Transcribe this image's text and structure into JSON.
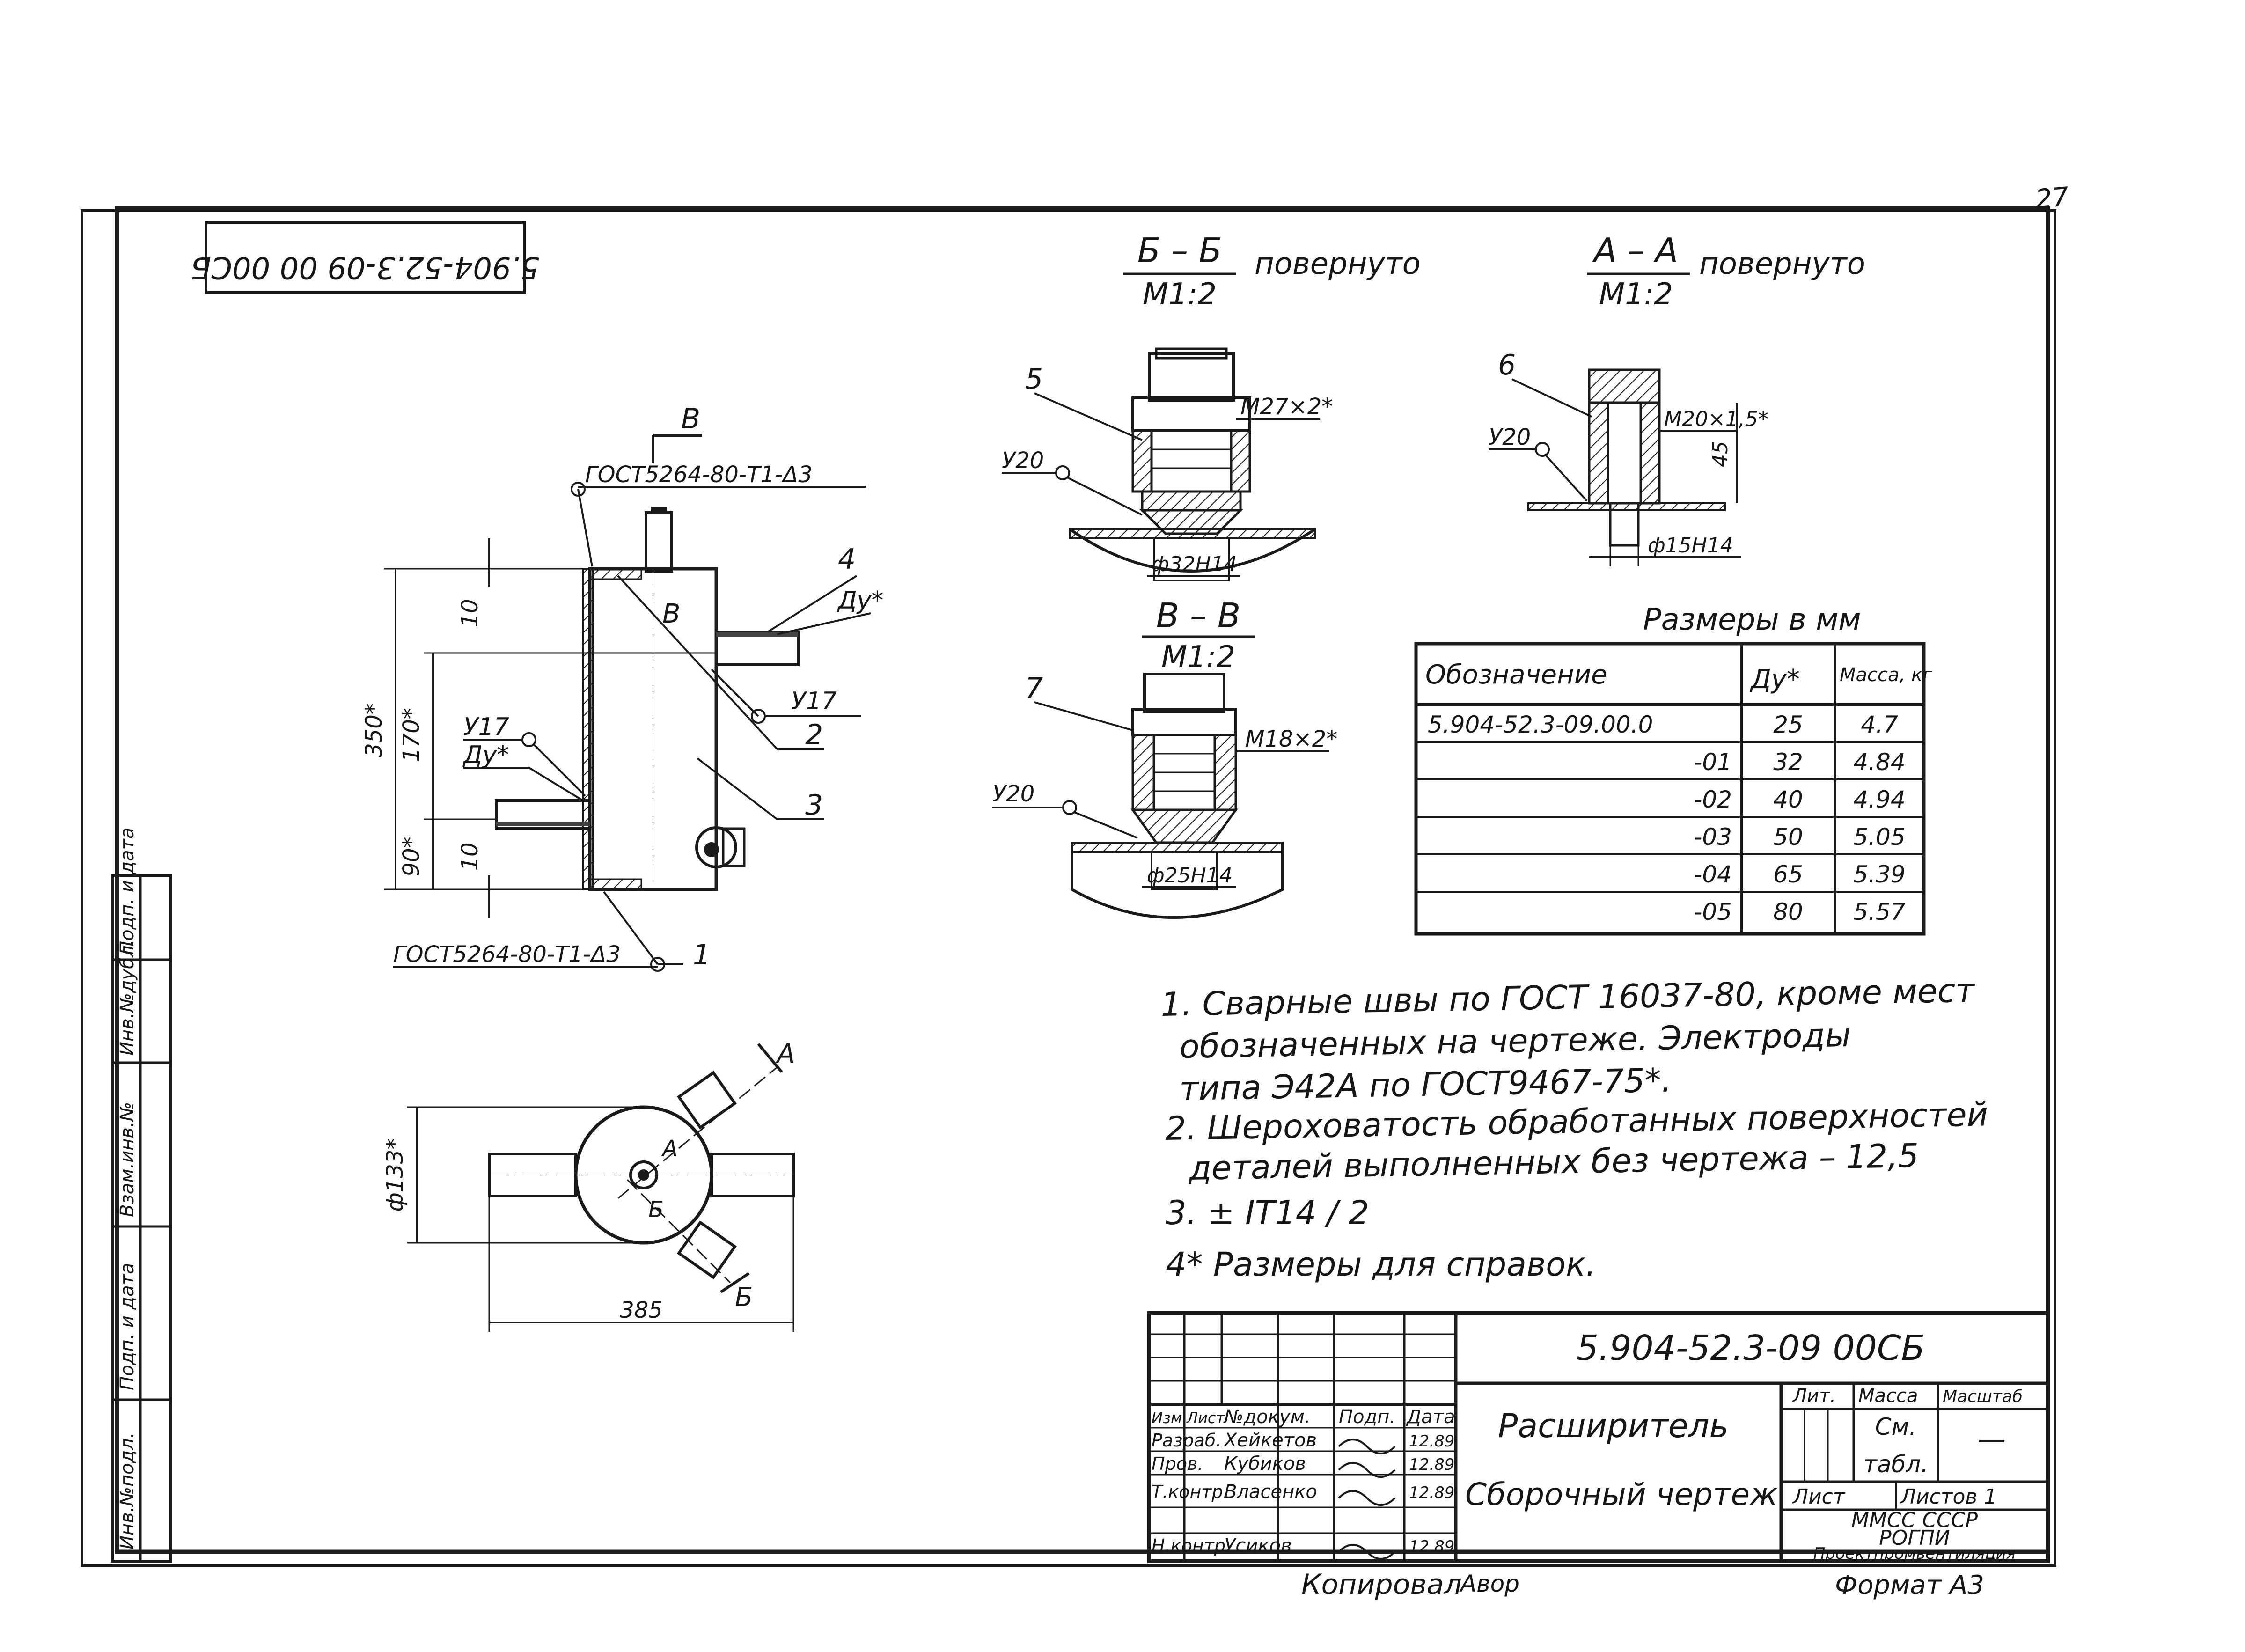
{
  "sheet": {
    "rotated_stamp": "5.904-52.3-09 00 00СБ",
    "page_num": "27",
    "copy_label": "Копировал",
    "copy_sign": "Авор",
    "format_label": "Формат А3"
  },
  "side_stamp": {
    "cols": [
      "Инв.№подл.",
      "Подп. и дата",
      "Взам.инв.№",
      "Инв.№дубл.",
      "Подп. и дата"
    ]
  },
  "views": {
    "bb": {
      "title": "Б – Б",
      "scale": "М1:2",
      "note": "повернуто",
      "thread": "М27×2*",
      "weld": "У20",
      "hole": "ф32Н14",
      "callout": "5"
    },
    "aa": {
      "title": "А – А",
      "scale": "М1:2",
      "note": "повернуто",
      "thread": "М20×1,5*",
      "weld": "У20",
      "hole": "ф15Н14",
      "callout": "6",
      "dim": "45"
    },
    "vv": {
      "title": "В – В",
      "scale": "М1:2",
      "thread": "М18×2*",
      "weld": "У20",
      "hole": "ф25Н14",
      "callout": "7"
    }
  },
  "main_view": {
    "section_mark": "В",
    "gost_top": "ГОСТ5264-80-Т1-Δ3",
    "gost_bottom": "ГОСТ5264-80-Т1-Δ3",
    "dim_total": "350*",
    "dim_mid": "170*",
    "dim_low": "90*",
    "dim_10_top": "10",
    "dim_10_bottom": "10",
    "weld_u17_right": "У17",
    "weld_u17_left": "У17",
    "du_right": "Ду*",
    "du_left": "Ду*",
    "callouts": [
      "1",
      "2",
      "3",
      "4"
    ],
    "inner_mark": "В"
  },
  "plan_view": {
    "diameter": "ф133*",
    "width": "385",
    "mark_a": "А",
    "mark_b": "Б"
  },
  "dims_table": {
    "caption": "Размеры в мм",
    "headers": [
      "Обозначение",
      "Ду*",
      "Масса, кг"
    ],
    "rows": [
      [
        "5.904-52.3-09.00.0",
        "25",
        "4.7"
      ],
      [
        "-01",
        "32",
        "4.84"
      ],
      [
        "-02",
        "40",
        "4.94"
      ],
      [
        "-03",
        "50",
        "5.05"
      ],
      [
        "-04",
        "65",
        "5.39"
      ],
      [
        "-05",
        "80",
        "5.57"
      ]
    ]
  },
  "notes": [
    "1. Сварные швы по ГОСТ 16037-80, кроме мест",
    "обозначенных на чертеже. Электроды",
    "типа Э42А по ГОСТ9467-75*.",
    "2. Шероховатость обработанных поверхностей",
    "деталей выполненных без чертежа – 12,5",
    "3. ± IT14 / 2",
    "4* Размеры для справок."
  ],
  "title_block": {
    "doc_number": "5.904-52.3-09 00СБ",
    "name_line1": "Расширитель",
    "name_line2": "Сборочный чертеж",
    "header_cells": [
      "Изм.",
      "Лист",
      "№докум.",
      "Подп.",
      "Дата"
    ],
    "people": [
      {
        "role": "Разраб.",
        "name": "Хейкетов",
        "date": "12.89"
      },
      {
        "role": "Пров.",
        "name": "Кубиков",
        "date": "12.89"
      },
      {
        "role": "Т.контр.",
        "name": "Власенко",
        "date": "12.89"
      },
      {
        "role": "Н.контр.",
        "name": "Усиков",
        "date": "12.89"
      }
    ],
    "lit": "Лит.",
    "mass": "Масса",
    "scale": "Масштаб",
    "mass_value_1": "См.",
    "mass_value_2": "табл.",
    "scale_value": "—",
    "sheet_label": "Лист",
    "sheets_label": "Листов 1",
    "org_line1": "ММСС СССР",
    "org_line2": "РОГПИ",
    "org_line3": "Проектпромвентиляция"
  }
}
